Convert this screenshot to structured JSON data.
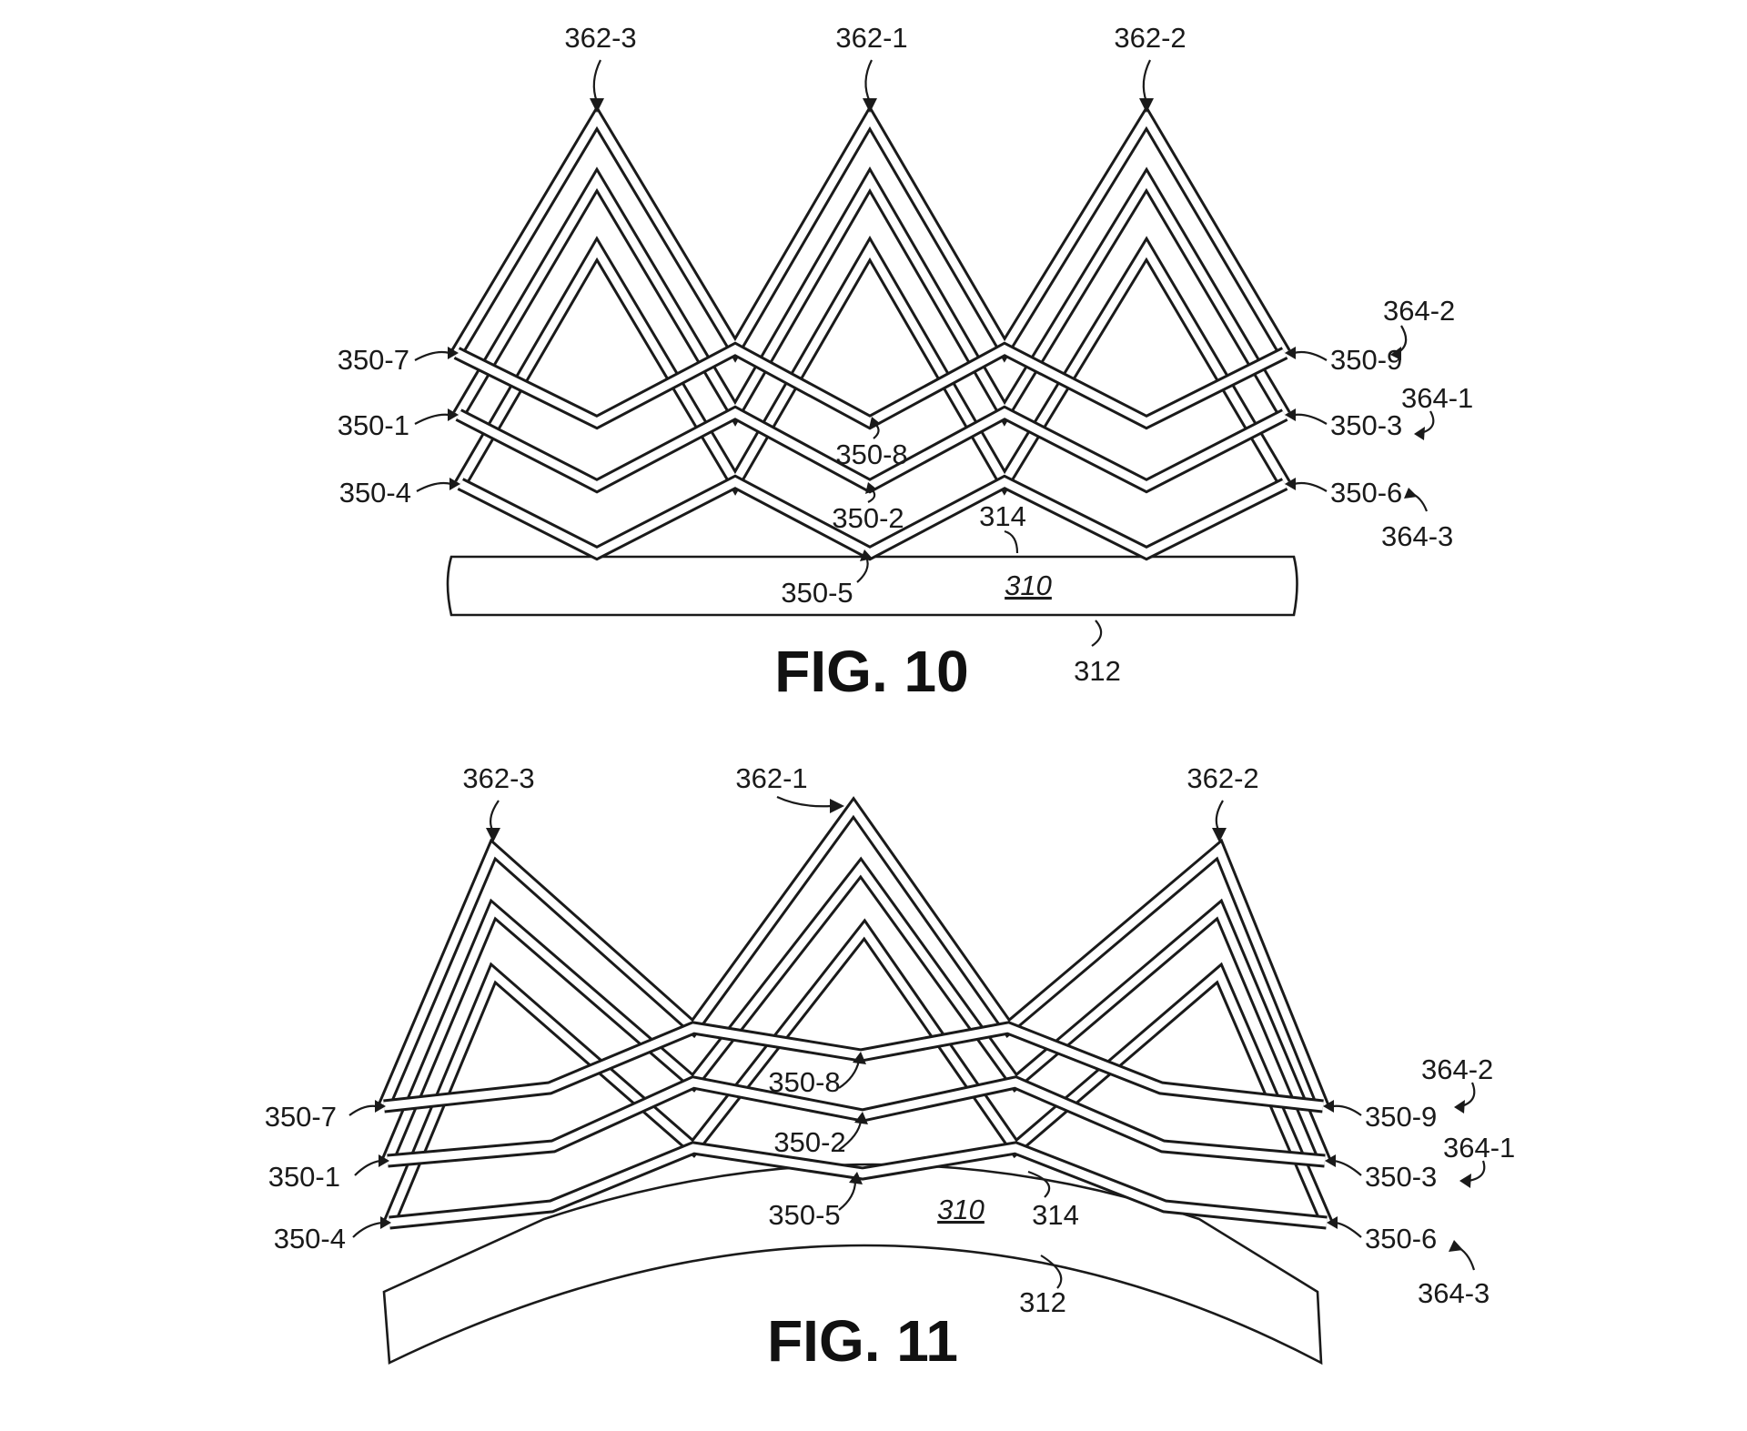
{
  "figures": [
    {
      "id": "fig10",
      "caption": "FIG. 10",
      "labels": {
        "apex_center": "362-1",
        "apex_right": "362-2",
        "apex_left": "362-3",
        "strut_350_1": "350-1",
        "strut_350_2": "350-2",
        "strut_350_3": "350-3",
        "strut_350_4": "350-4",
        "strut_350_5": "350-5",
        "strut_350_6": "350-6",
        "strut_350_7": "350-7",
        "strut_350_8": "350-8",
        "strut_350_9": "350-9",
        "row_364_1": "364-1",
        "row_364_2": "364-2",
        "row_364_3": "364-3",
        "substrate": "310",
        "surface_bottom": "312",
        "surface_top": "314"
      }
    },
    {
      "id": "fig11",
      "caption": "FIG. 11",
      "labels": {
        "apex_center": "362-1",
        "apex_right": "362-2",
        "apex_left": "362-3",
        "strut_350_1": "350-1",
        "strut_350_2": "350-2",
        "strut_350_3": "350-3",
        "strut_350_4": "350-4",
        "strut_350_5": "350-5",
        "strut_350_6": "350-6",
        "strut_350_7": "350-7",
        "strut_350_8": "350-8",
        "strut_350_9": "350-9",
        "row_364_1": "364-1",
        "row_364_2": "364-2",
        "row_364_3": "364-3",
        "substrate": "310",
        "surface_bottom": "312",
        "surface_top": "314"
      }
    }
  ]
}
